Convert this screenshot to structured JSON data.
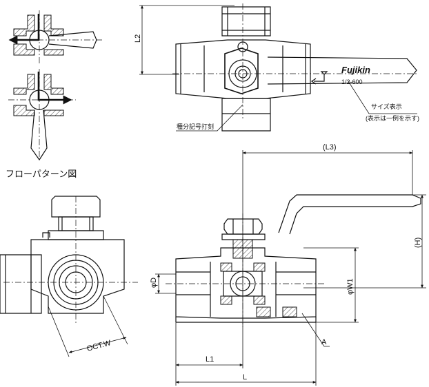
{
  "flow_pattern_label": "フローパターン図",
  "dimensions": {
    "L2": "L2",
    "L3": "(L3)",
    "H": "(H)",
    "D": "φD",
    "W1": "φW1",
    "L1": "L1",
    "L": "L",
    "OCT": "OCT.W",
    "A": "A"
  },
  "callouts": {
    "marking": "種分記号打刻",
    "size_display": "サイズ表示",
    "size_display_note": "(表示は一例を示す)"
  },
  "handle": {
    "brand": "Fujikin",
    "size_text": "1/2-600"
  }
}
